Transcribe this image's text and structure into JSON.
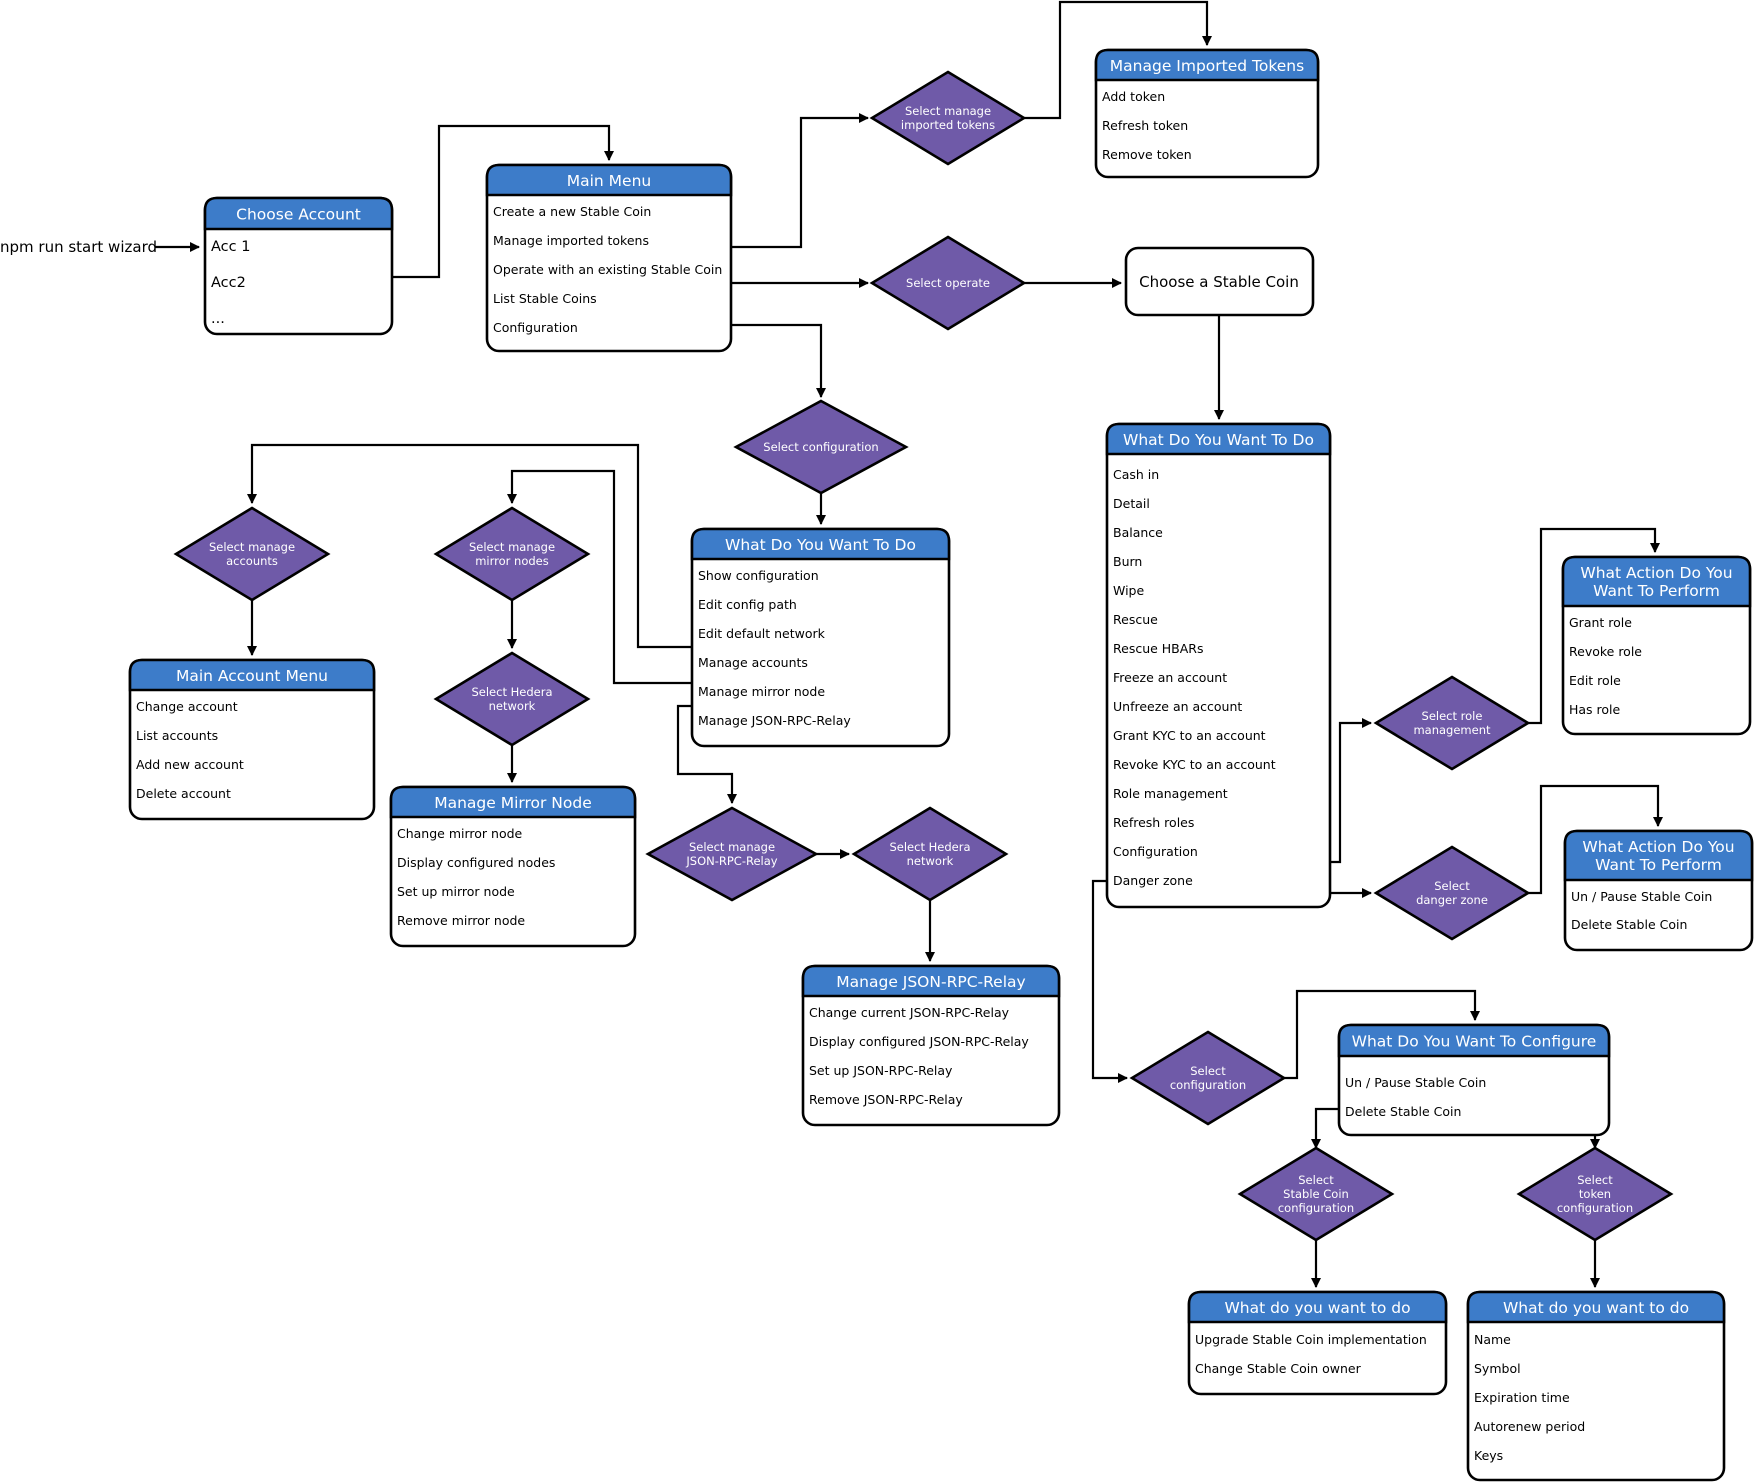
{
  "colors": {
    "header": "#3d7cc9",
    "diamond": "#6f5aa8",
    "border": "#000000",
    "background": "#ffffff"
  },
  "start": {
    "label": "npm run start wizard"
  },
  "menus": {
    "choose_account": {
      "title": "Choose Account",
      "items": [
        "Acc 1",
        "Acc2",
        "..."
      ]
    },
    "main_menu": {
      "title": "Main Menu",
      "items": [
        "Create a new Stable Coin",
        "Manage imported tokens",
        "Operate with an existing Stable Coin",
        "List Stable Coins",
        "Configuration"
      ]
    },
    "manage_imported_tokens": {
      "title": "Manage Imported Tokens",
      "items": [
        "Add token",
        "Refresh token",
        "Remove token"
      ]
    },
    "config_what_do": {
      "title": "What Do You Want To Do",
      "items": [
        "Show configuration",
        "Edit config path",
        "Edit default network",
        "Manage accounts",
        "Manage mirror node",
        "Manage JSON-RPC-Relay"
      ]
    },
    "main_account_menu": {
      "title": "Main Account Menu",
      "items": [
        "Change account",
        "List accounts",
        "Add new account",
        "Delete account"
      ]
    },
    "manage_mirror_node": {
      "title": "Manage Mirror Node",
      "items": [
        "Change mirror node",
        "Display configured nodes",
        "Set up mirror node",
        "Remove mirror node"
      ]
    },
    "manage_json_rpc": {
      "title": "Manage JSON-RPC-Relay",
      "items": [
        "Change current JSON-RPC-Relay",
        "Display configured JSON-RPC-Relay",
        "Set up JSON-RPC-Relay",
        "Remove JSON-RPC-Relay"
      ]
    },
    "operate_what_do": {
      "title": "What Do You Want To Do",
      "items": [
        "Cash in",
        "Detail",
        "Balance",
        "Burn",
        "Wipe",
        "Rescue",
        "Rescue HBARs",
        "Freeze an account",
        "Unfreeze an account",
        "Grant KYC to an account",
        "Revoke KYC to an account",
        "Role management",
        "Refresh roles",
        "Configuration",
        "Danger zone"
      ]
    },
    "role_action": {
      "title": [
        "What Action Do You",
        "Want To Perform"
      ],
      "items": [
        "Grant role",
        "Revoke role",
        "Edit role",
        "Has role"
      ]
    },
    "danger_action": {
      "title": [
        "What Action Do You",
        "Want To Perform"
      ],
      "items": [
        "Un / Pause Stable Coin",
        "Delete Stable Coin"
      ]
    },
    "what_configure": {
      "title": "What Do You Want To Configure",
      "items": [
        "Un / Pause Stable Coin",
        "Delete Stable Coin"
      ]
    },
    "sc_config_do": {
      "title": "What do you want to do",
      "items": [
        "Upgrade Stable Coin implementation",
        "Change Stable Coin owner"
      ]
    },
    "token_config_do": {
      "title": "What do you want to do",
      "items": [
        "Name",
        "Symbol",
        "Expiration time",
        "Autorenew period",
        "Keys"
      ]
    }
  },
  "choose_stable_coin": {
    "label": "Choose a Stable Coin"
  },
  "decisions": {
    "select_manage_imported": [
      "Select manage",
      "imported tokens"
    ],
    "select_operate": [
      "Select operate"
    ],
    "select_configuration_main": [
      "Select configuration"
    ],
    "select_manage_accounts": [
      "Select manage",
      "accounts"
    ],
    "select_manage_mirror": [
      "Select manage",
      "mirror nodes"
    ],
    "select_hedera_network_1": [
      "Select Hedera",
      "network"
    ],
    "select_manage_json_rpc": [
      "Select manage",
      "JSON-RPC-Relay"
    ],
    "select_hedera_network_2": [
      "Select Hedera",
      "network"
    ],
    "select_role_management": [
      "Select role",
      "management"
    ],
    "select_danger_zone": [
      "Select",
      "danger zone"
    ],
    "select_configuration_op": [
      "Select",
      "configuration"
    ],
    "select_sc_configuration": [
      "Select",
      "Stable Coin",
      "configuration"
    ],
    "select_token_configuration": [
      "Select",
      "token",
      "configuration"
    ]
  }
}
